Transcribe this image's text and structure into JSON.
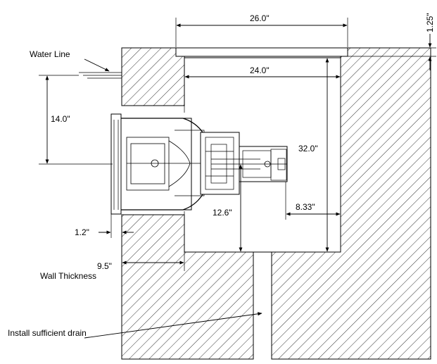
{
  "labels": {
    "water_line": "Water Line",
    "install_drain": "Install sufficient drain",
    "wall_thickness": "Wall Thickness"
  },
  "dimensions": {
    "top_width": "26.0\"",
    "inner_width": "24.0\"",
    "flange_depth": "1.25\"",
    "water_to_center": "14.0\"",
    "niche_height": "32.0\"",
    "center_to_floor": "12.6\"",
    "rear_clearance": "8.33\"",
    "fitting_offset": "1.2\"",
    "wall_thickness": "9.5\""
  }
}
